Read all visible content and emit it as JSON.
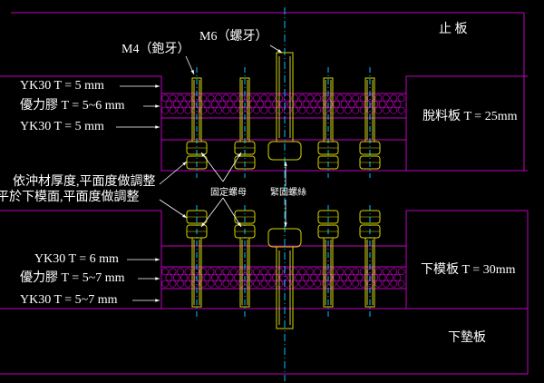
{
  "colors": {
    "background": "#000000",
    "plate_edge": "#c000c0",
    "screw": "#d6d600",
    "screw_alt": "#ffff40",
    "centerline": "#00c0ff",
    "leader": "#ffffff",
    "label": "#ffffff"
  },
  "plates": {
    "top_plate": "止 板",
    "stripper_plate": "脫料板 T = 25mm",
    "lower_die_plate": "下模板 T = 30mm",
    "bottom_pad_plate": "下墊板"
  },
  "screws": {
    "m4": "M4（鉋牙）",
    "m6": "M6（螺牙）",
    "fixing_nut": "固定螺母",
    "fastening_screw": "緊固螺絲"
  },
  "upper_layers": {
    "yk30_a": "YK30 T = 5  mm",
    "elastic_glue": "優力膠 T = 5~6  mm",
    "yk30_b": "YK30 T = 5 mm"
  },
  "lower_layers": {
    "yk30_a": "YK30 T = 6 mm",
    "elastic_glue": "優力膠 T = 5~7 mm",
    "yk30_b": "YK30 T = 5~7 mm"
  },
  "notes": {
    "adjust_by_thickness": "依沖材厚度,平面度做調整",
    "adjust_flat": "平於下模面,平面度做調整"
  }
}
